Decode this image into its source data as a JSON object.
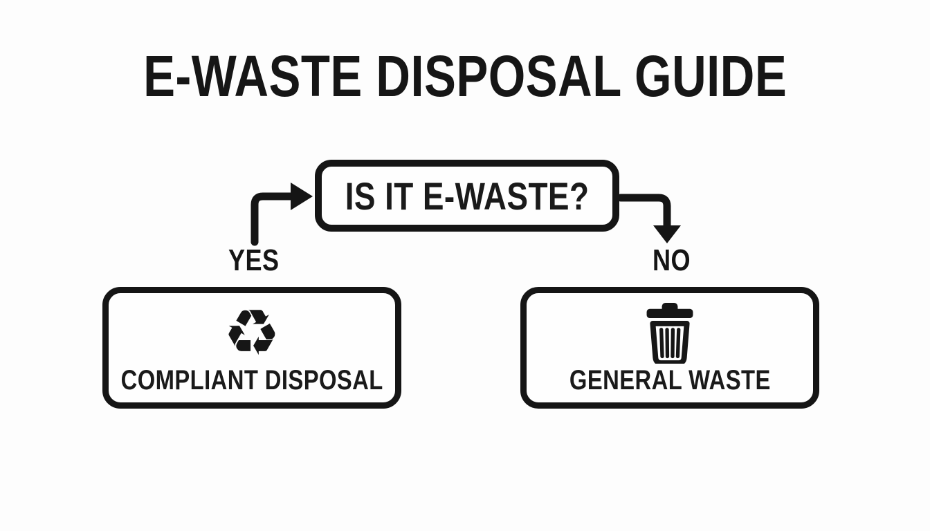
{
  "title": "E-WASTE DISPOSAL GUIDE",
  "flowchart": {
    "decision": {
      "label": "IS IT E-WASTE?"
    },
    "branches": [
      {
        "answer": "YES",
        "outcome": "COMPLIANT DISPOSAL",
        "icon": "recycle-icon"
      },
      {
        "answer": "NO",
        "outcome": "GENERAL WASTE",
        "icon": "trash-icon"
      }
    ]
  },
  "icons": {
    "recycle_glyph": "♻"
  },
  "colors": {
    "foreground": "#151515",
    "background": "#fdfdfd"
  }
}
